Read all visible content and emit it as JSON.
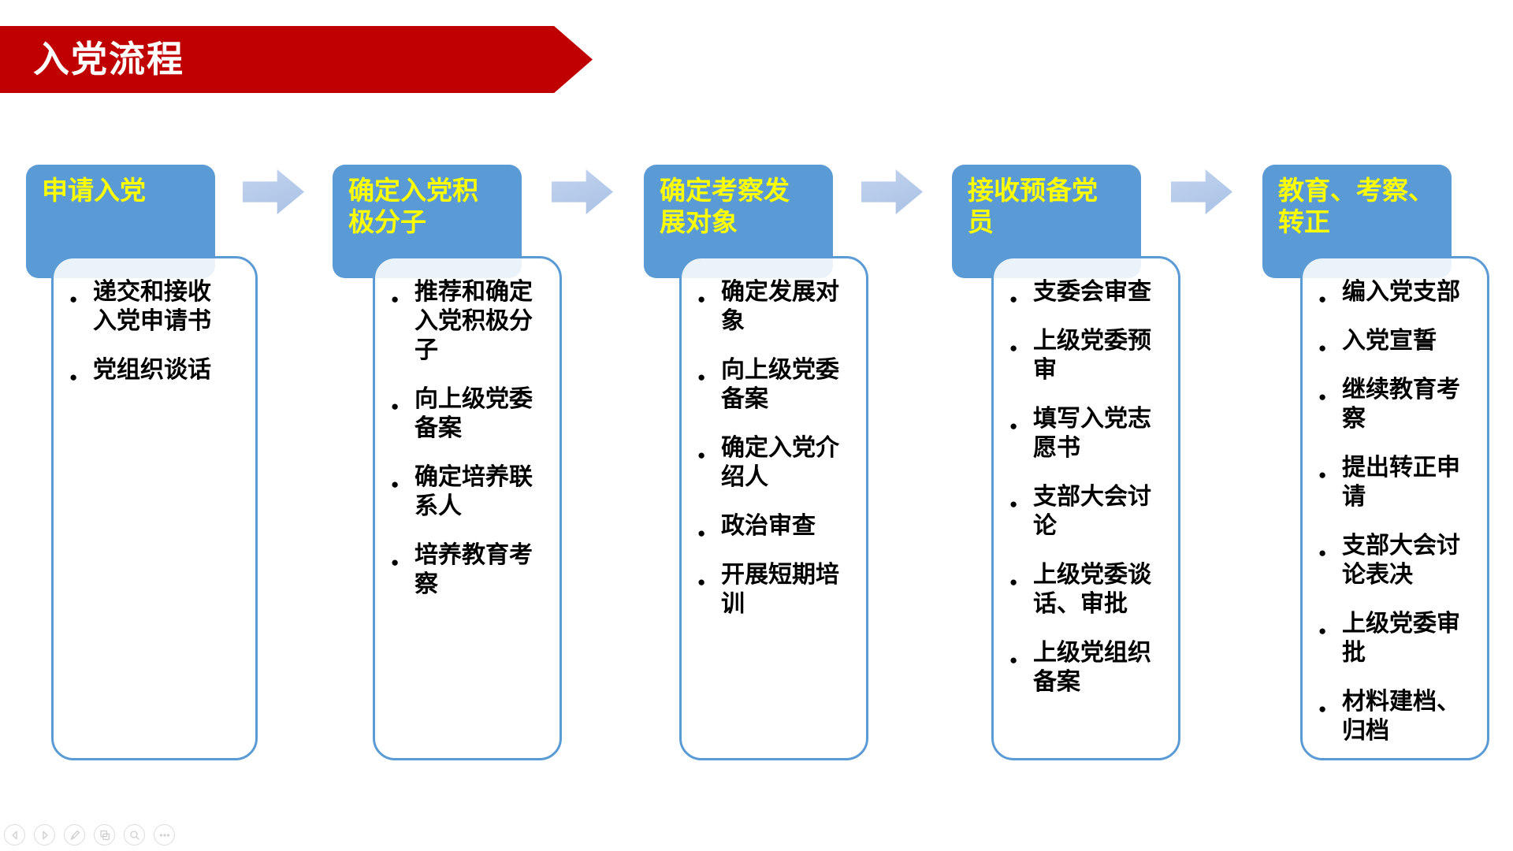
{
  "slide": {
    "title": "入党流程"
  },
  "columns": [
    {
      "title": "申请入党",
      "items": [
        "递交和接收入党申请书",
        "党组织谈话"
      ]
    },
    {
      "title": "确定入党积\n极分子",
      "items": [
        "推荐和确定入党积极分子",
        "向上级党委备案",
        "确定培养联系人",
        "培养教育考察"
      ]
    },
    {
      "title": "确定考察发\n展对象",
      "items": [
        "确定发展对象",
        "向上级党委备案",
        "确定入党介绍人",
        "政治审查",
        "开展短期培训"
      ]
    },
    {
      "title": "接收预备党\n员",
      "items": [
        "支委会审查",
        "上级党委预审",
        "填写入党志愿书",
        "支部大会讨论",
        "上级党委谈话、审批",
        "上级党组织备案"
      ]
    },
    {
      "title": "教育、考察、\n转正",
      "items": [
        "编入党支部",
        "入党宣誓",
        "继续教育考察",
        "提出转正申请",
        "支部大会讨论表决",
        "上级党委审批",
        "材料建档、归档"
      ]
    }
  ],
  "controls": {
    "buttons": [
      "previous-slide",
      "next-slide",
      "pen",
      "slide-thumbnails",
      "zoom",
      "more"
    ]
  },
  "colors": {
    "banner_red": "#C00000",
    "header_blue": "#5B9BD5",
    "header_text_yellow": "#FFFF00",
    "arrow_light_blue": "#B4C9E8",
    "body_border_blue": "#5B9BD5",
    "bullet_text": "#000000"
  }
}
